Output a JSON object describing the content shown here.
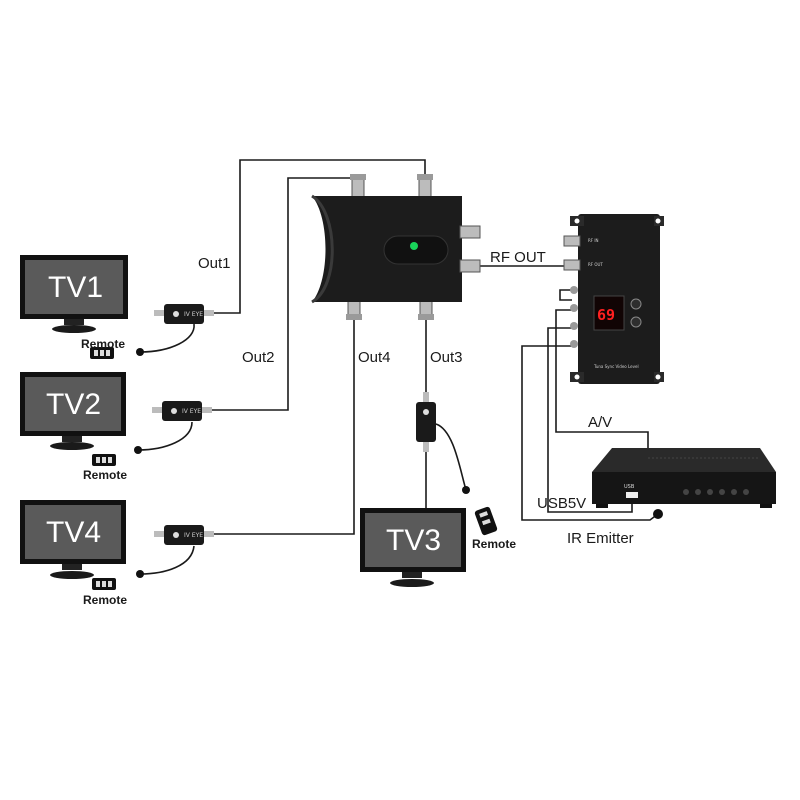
{
  "tvs": [
    {
      "id": "tv1",
      "label": "TV1"
    },
    {
      "id": "tv2",
      "label": "TV2"
    },
    {
      "id": "tv3",
      "label": "TV3"
    },
    {
      "id": "tv4",
      "label": "TV4"
    }
  ],
  "outputs": {
    "out1": "Out1",
    "out2": "Out2",
    "out3": "Out3",
    "out4": "Out4"
  },
  "rf_out": "RF OUT",
  "remote_label": "Remote",
  "ir_eye_label": "IV EYE",
  "modulator": {
    "channel_display": "69"
  },
  "connections": {
    "av": "A/V",
    "usb": "USB5V",
    "ir_emitter": "IR Emitter"
  },
  "receiver": {
    "usb_port_label": "USB"
  }
}
